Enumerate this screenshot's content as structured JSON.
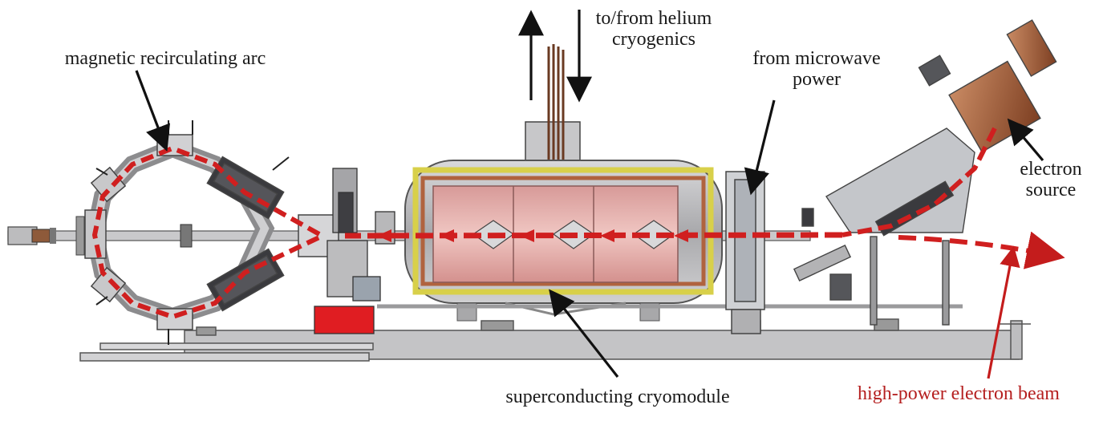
{
  "labels": {
    "arc": "magnetic recirculating arc",
    "helium": "to/from helium\ncryogenics",
    "microwave": "from microwave\npower",
    "source": "electron\nsource",
    "cryomodule": "superconducting cryomodule",
    "beam": "high-power electron beam"
  },
  "colors": {
    "beam": "#d01f1f",
    "beam_label": "#b51f1f",
    "vessel_gray": "#b9b9bb",
    "cavity_pink": "#e3a3a0",
    "copper": "#a8633f",
    "yellow_shield": "#d8d04a",
    "magnet_dark": "#3a3a3e",
    "support_red": "#e01d22"
  }
}
